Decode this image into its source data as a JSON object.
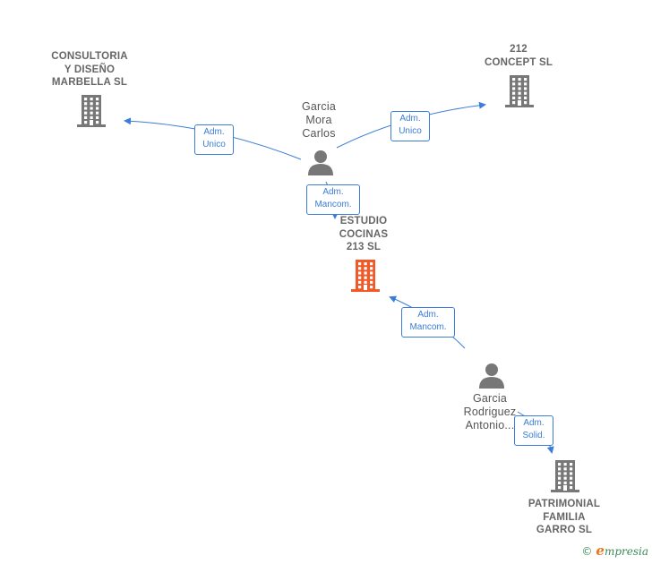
{
  "companies": {
    "consultoria": {
      "lines": [
        "CONSULTORIA",
        "Y DISEÑO",
        "MARBELLA  SL"
      ],
      "icon": "building-icon",
      "color": "#777777"
    },
    "concept": {
      "lines": [
        "212",
        "CONCEPT  SL"
      ],
      "icon": "building-icon",
      "color": "#777777"
    },
    "estudio": {
      "lines": [
        "ESTUDIO",
        "COCINAS",
        "213  SL"
      ],
      "icon": "building-icon",
      "color": "#f05a28"
    },
    "patrimonial": {
      "lines": [
        "PATRIMONIAL",
        "FAMILIA",
        "GARRO SL"
      ],
      "icon": "building-icon",
      "color": "#777777"
    }
  },
  "persons": {
    "garcia_mora": {
      "lines": [
        "Garcia",
        "Mora",
        "Carlos"
      ],
      "icon": "person-icon"
    },
    "garcia_rodriguez": {
      "lines": [
        "Garcia",
        "Rodriguez",
        "Antonio..."
      ],
      "icon": "person-icon"
    }
  },
  "relations": {
    "mora_consultoria": {
      "lines": [
        "Adm.",
        "Unico"
      ]
    },
    "mora_concept": {
      "lines": [
        "Adm.",
        "Unico"
      ]
    },
    "mora_estudio": {
      "lines": [
        "Adm.",
        "Mancom."
      ]
    },
    "rodriguez_estudio": {
      "lines": [
        "Adm.",
        "Mancom."
      ]
    },
    "rodriguez_patrimonial": {
      "lines": [
        "Adm.",
        "Solid."
      ]
    }
  },
  "edge_color": "#3b7dd8",
  "brand": {
    "copyright": "©",
    "initial": "e",
    "rest": "mpresia"
  }
}
